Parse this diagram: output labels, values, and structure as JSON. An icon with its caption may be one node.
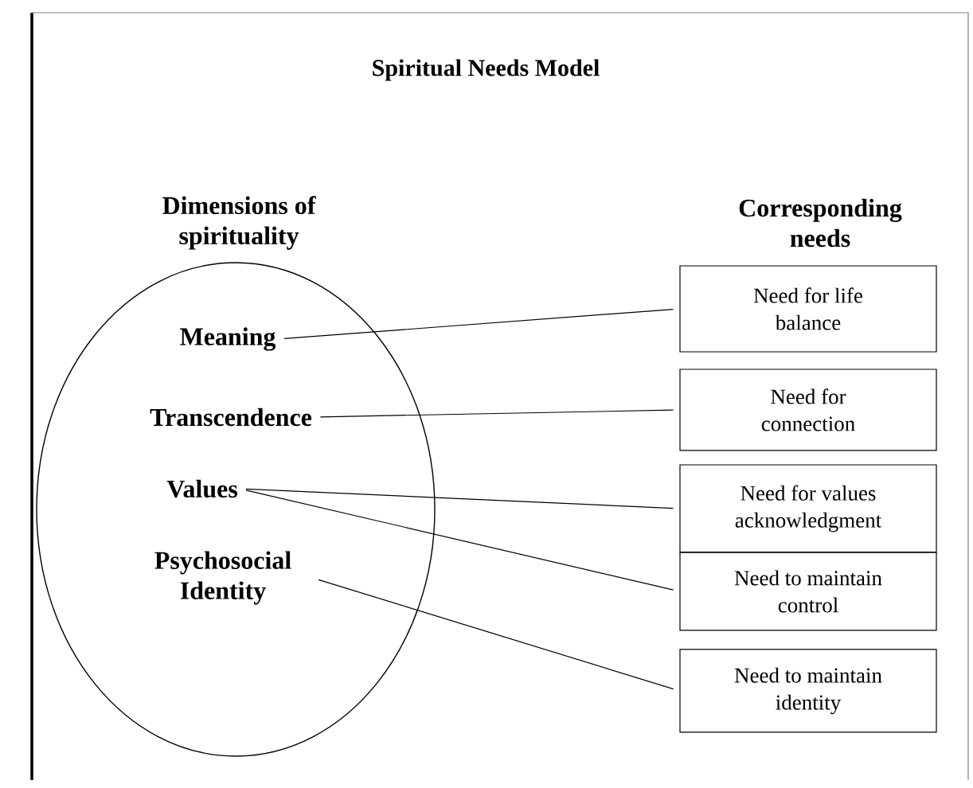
{
  "diagram": {
    "title": "Spiritual Needs Model",
    "nodes": [
      {
        "text": [
          "Dimensions of spirituality"
        ]
      },
      {
        "text": [
          "Meaning"
        ],
        "in": 0
      },
      {
        "text": [
          "Transcendence"
        ],
        "in": 0
      },
      {
        "text": [
          "Values"
        ],
        "in": 0
      },
      {
        "text": [
          "Psychosocial Identity"
        ],
        "in": 0
      },
      {
        "text": [
          "Need for life balance"
        ]
      },
      {
        "text": [
          "Need for connection"
        ]
      },
      {
        "text": [
          "Need for values acknowledgment"
        ]
      },
      {
        "text": [
          "Need to maintain control"
        ]
      },
      {
        "text": [
          "Need to maintain identity"
        ]
      }
    ],
    "edges": [
      {
        "from": 1,
        "to": 5,
        "arrow": "none"
      },
      {
        "from": 2,
        "to": 6,
        "arrow": "none"
      },
      {
        "from": 3,
        "to": 7,
        "arrow": "none"
      },
      {
        "from": 3,
        "to": 8,
        "arrow": "none"
      },
      {
        "from": 4,
        "to": 9,
        "arrow": "none"
      }
    ],
    "labels": [
      "Corresponding needs"
    ]
  }
}
